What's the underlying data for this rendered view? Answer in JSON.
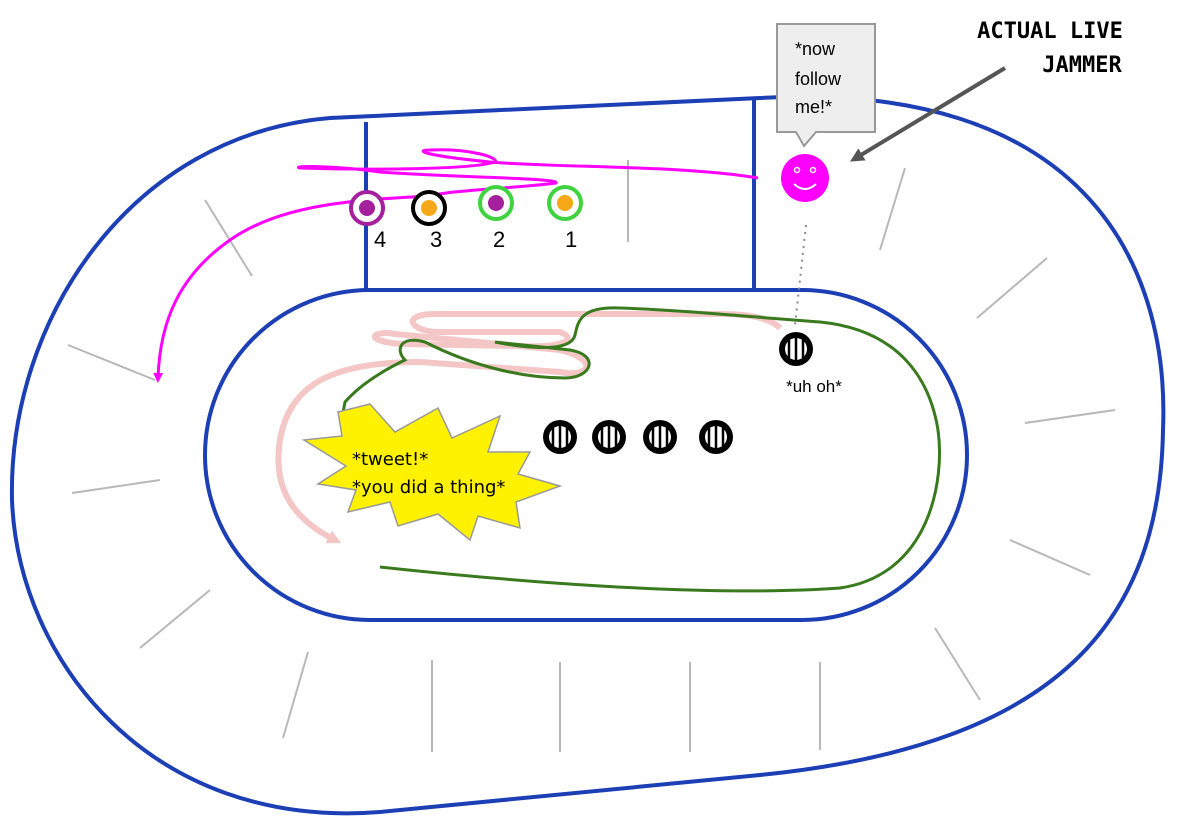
{
  "annotation": {
    "line1": "ACTUAL LIVE",
    "line2": "JAMMER"
  },
  "speech_bubble": {
    "line1": "*now",
    "line2": "follow",
    "line3": "me!*"
  },
  "skater_numbers": [
    "4",
    "3",
    "2",
    "1"
  ],
  "blocker_caption": "*uh oh*",
  "referee_burst": {
    "line1": "*tweet!*",
    "line2": "*you did a thing*"
  },
  "colors": {
    "track_line": "#1c3fb5",
    "jammer": "#ff00ff",
    "pink_path": "#ff00ff",
    "faded_path": "#f4c6c6",
    "green_path": "#3a7a1e",
    "burst_fill": "#fff200",
    "ring_purple": "#a4209c",
    "ring_green": "#3fd43f",
    "dot_orange": "#f7a818"
  }
}
